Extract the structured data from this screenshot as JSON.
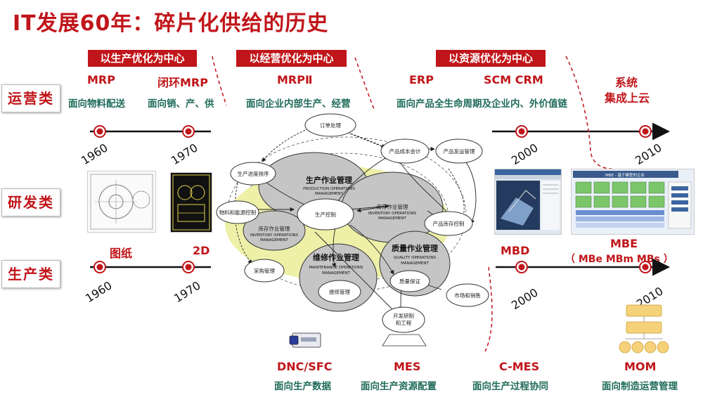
{
  "title": "IT发展60年：碎片化供给的历史",
  "banners": [
    "以生产优化为中心",
    "以经营优化为中心",
    "以资源优化为中心"
  ],
  "categories": [
    "运营类",
    "研发类",
    "生产类"
  ],
  "operations": {
    "mrp": "MRP",
    "mrp_desc": "面向物料配送",
    "closed_mrp": "闭环MRP",
    "closed_mrp_desc": "面向销、产、供",
    "mrp2": "MRPⅡ",
    "mrp2_desc": "面向企业内部生产、经营",
    "erp": "ERP",
    "scm_crm": "SCM CRM",
    "erp_desc": "面向产品全生命周期及企业内、外价值链",
    "cloud_line1": "系统",
    "cloud_line2": "集成上云"
  },
  "years": {
    "y1960": "1960",
    "y1970": "1970",
    "y2000": "2000",
    "y2010": "2010",
    "b1960": "1960",
    "b1970": "1970",
    "b2000": "2000",
    "b2010": "2010"
  },
  "rnd": {
    "drawing": "图纸",
    "d2": "2D",
    "mbd": "MBD",
    "mbe": "MBE",
    "mbe_sub": "（ MBe MBm MBs ）"
  },
  "production": {
    "dnc": "DNC/SFC",
    "dnc_desc": "面向生产数据",
    "mes": "MES",
    "mes_desc": "面向生产资源配置",
    "cmes": "C-MES",
    "cmes_desc": "面向生产过程协同",
    "mom": "MOM",
    "mom_desc": "面向制造运营管理"
  },
  "diagram": {
    "order": "订单处理",
    "cost": "产品成本会计",
    "delivery": "产品发运管理",
    "schedule": "生产进度排序",
    "prod_ops_cn": "生产作业管理",
    "prod_ops_en1": "PRODUCTION OPERATIONS",
    "prod_ops_en2": "MANAGEMENT",
    "prod_control": "生产控制",
    "material": "物料和能源控制",
    "inv_ops_cn": "库存作业管理",
    "inv_ops_en1": "INVENTORY OPERATIONS",
    "inv_ops_en2": "MANAGEMENT",
    "stock_ops_cn": "库存作业管理",
    "stock_ops_en1": "INVENTORY OPERATIONS",
    "stock_ops_en2": "MANAGEMENT",
    "stock_control": "产品库存控制",
    "maint_cn": "维修作业管理",
    "maint_en1": "MAINTENANCE OPERATIONS",
    "maint_en2": "MANAGEMENT",
    "maint_mgmt": "维修管理",
    "quality_cn": "质量作业管理",
    "quality_en1": "QUALITY OPERATIONS",
    "quality_en2": "MANAGEMENT",
    "qa": "质量保证",
    "purchase": "采购管理",
    "market": "市场和销售",
    "rnd1": "开发研制",
    "rnd2": "和工程",
    "mbe_panel_title": "MBE - 基于模型的企业"
  },
  "colors": {
    "accent": "#c0151a",
    "desc_green": "#1f6b5a",
    "highlight": "#eef0a8"
  }
}
